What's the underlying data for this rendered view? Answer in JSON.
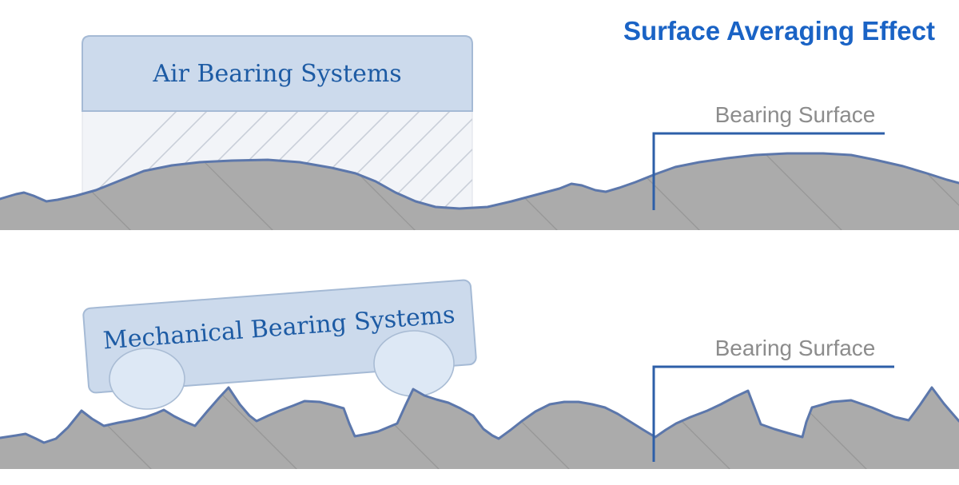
{
  "title": {
    "text": "Surface Averaging Effect"
  },
  "top_panel": {
    "system_label": "Air Bearing Systems",
    "surface_label": "Bearing Surface"
  },
  "bottom_panel": {
    "system_label": "Mechanical Bearing Systems",
    "surface_label": "Bearing Surface"
  },
  "colors": {
    "title_blue": "#1a63c5",
    "label_navy": "#1d5ba4",
    "surface_label_gray": "#8c8c8c",
    "bracket_blue": "#2d5fa8",
    "terrain_gray": "#ababab",
    "terrain_edge_blue": "#5c77ab",
    "terrain_texture": "#979797",
    "block_fill": "#ccdaec",
    "block_stroke": "#a5bad5",
    "wheel_fill": "#dde8f5",
    "wheel_stroke": "#a9bcd4",
    "hatch_bg": "#f2f4f8",
    "hatch_line": "#c9cfd9",
    "background": "#ffffff"
  }
}
